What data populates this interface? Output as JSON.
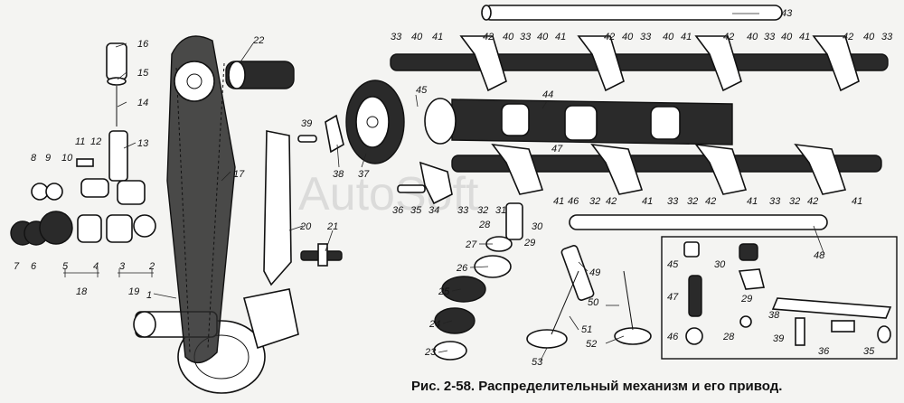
{
  "caption": "Рис. 2-58. Распределительный механизм и его привод.",
  "watermark": "AutoSoft",
  "labels": {
    "p1": "1",
    "p2": "2",
    "p3": "3",
    "p4": "4",
    "p5": "5",
    "p6": "6",
    "p7": "7",
    "p8": "8",
    "p9": "9",
    "p10": "10",
    "p11": "11",
    "p12": "12",
    "p13": "13",
    "p14": "14",
    "p15": "15",
    "p16": "16",
    "p17": "17",
    "p18": "18",
    "p19": "19",
    "p20": "20",
    "p21": "21",
    "p22": "22",
    "p23": "23",
    "p24": "24",
    "p25": "25",
    "p26": "26",
    "p27": "27",
    "p28": "28",
    "p29": "29",
    "p30": "30",
    "p31": "31",
    "p32": "32",
    "p33": "33",
    "p34": "34",
    "p35": "35",
    "p36": "36",
    "p37": "37",
    "p38": "38",
    "p39": "39",
    "p40": "40",
    "p41": "41",
    "p42": "42",
    "p43": "43",
    "p44": "44",
    "p45": "45",
    "p46": "46",
    "p47": "47",
    "p48": "48",
    "p49": "49",
    "p50": "50",
    "p51": "51",
    "p52": "52",
    "p53": "53"
  }
}
